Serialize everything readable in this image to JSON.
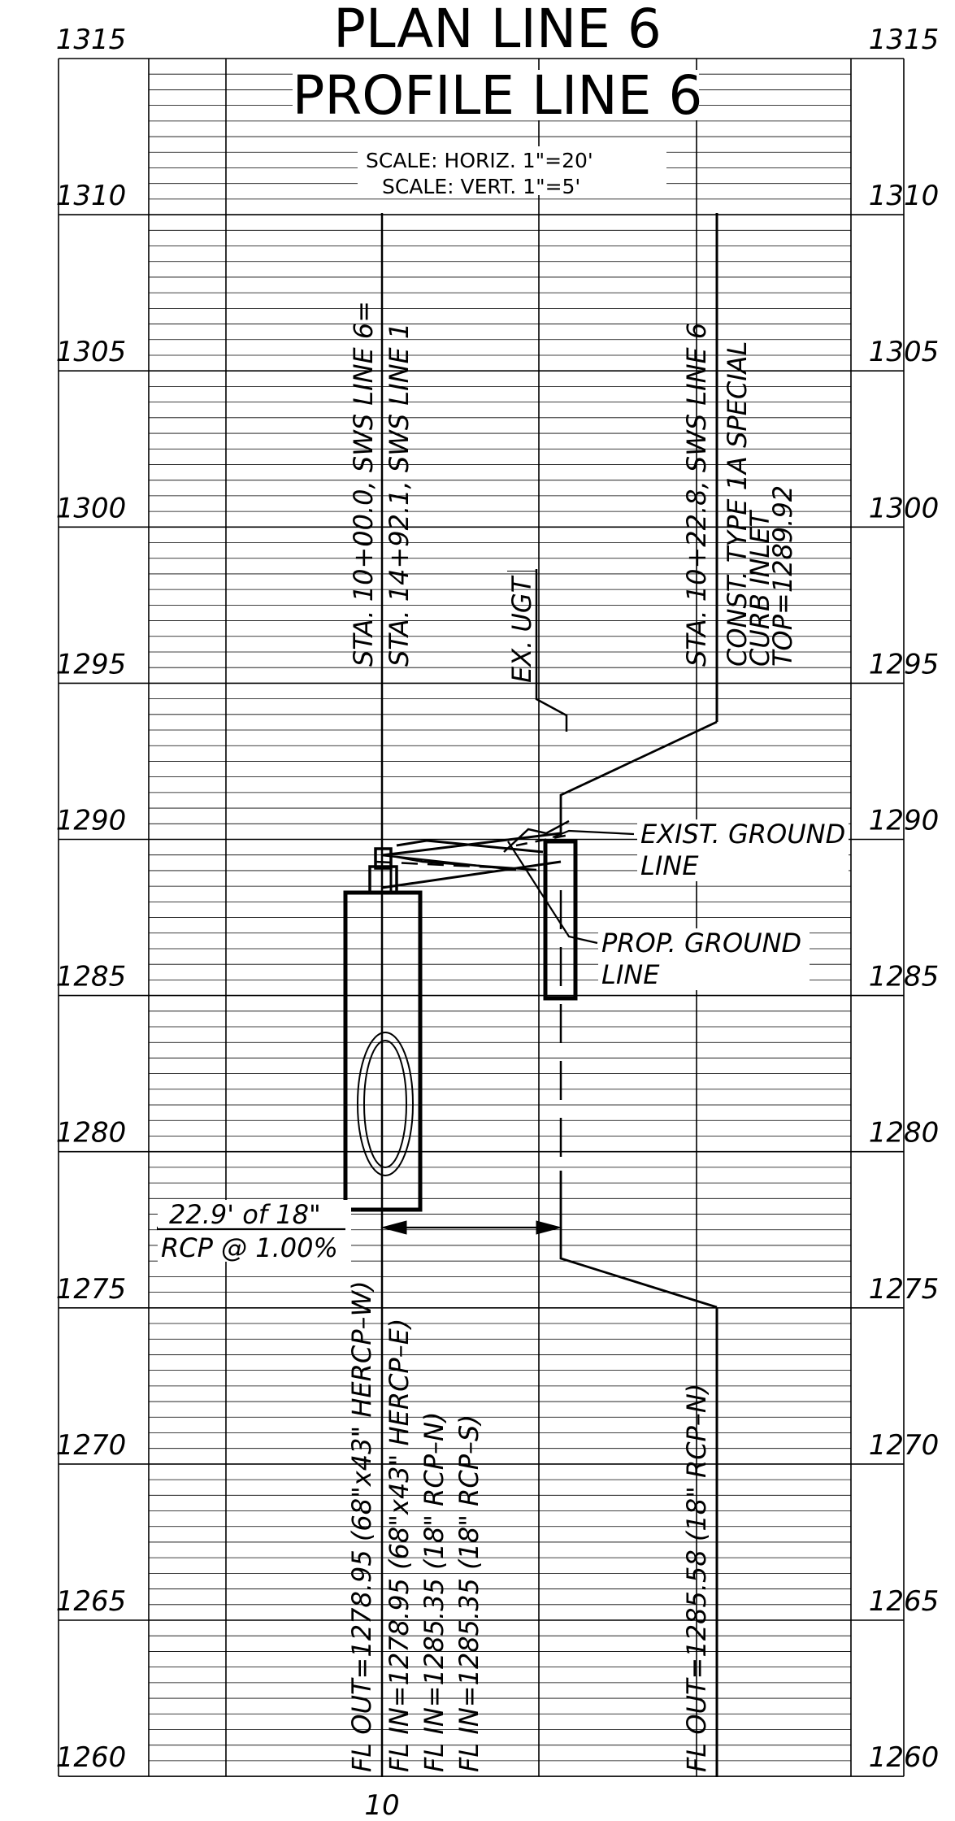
{
  "titles": {
    "plan": "PLAN LINE 6",
    "profile": "PROFILE LINE 6",
    "scale_horiz": "SCALE:  HORIZ.  1\"=20'",
    "scale_vert": "SCALE:  VERT.  1\"=5'"
  },
  "elevations": [
    "1315",
    "1310",
    "1305",
    "1300",
    "1295",
    "1290",
    "1285",
    "1280",
    "1275",
    "1270",
    "1265",
    "1260"
  ],
  "station_bottom": "10",
  "labels": {
    "sta_a": "STA.  10+00.0,  SWS  LINE  6=",
    "sta_b": "STA.  14+92.1,  SWS  LINE  1",
    "ex_ugt": "EX.  UGT",
    "sta_c": "STA.  10+22.8,  SWS  LINE  6",
    "inlet_1": "CONST.  TYPE  1A  SPECIAL",
    "inlet_2": "CURB  INLET",
    "inlet_3": "TOP=1289.92",
    "exist_1": "EXIST.  GROUND",
    "exist_2": "LINE",
    "prop_1": "PROP.  GROUND",
    "prop_2": "LINE",
    "pipe_1": "22.9'  of  18\"",
    "pipe_2": "RCP  @  1.00%",
    "fl_1": "FL  OUT=1278.95  (68\"x43\"  HERCP–W)",
    "fl_2": "FL  IN=1278.95   (68\"x43\"  HERCP–E)",
    "fl_3": "FL  IN=1285.35   (18\"  RCP–N)",
    "fl_4": "FL  IN=1285.35   (18\"  RCP–S)",
    "fl_5": "FL  OUT=1285.58  (18\"  RCP–N)"
  }
}
